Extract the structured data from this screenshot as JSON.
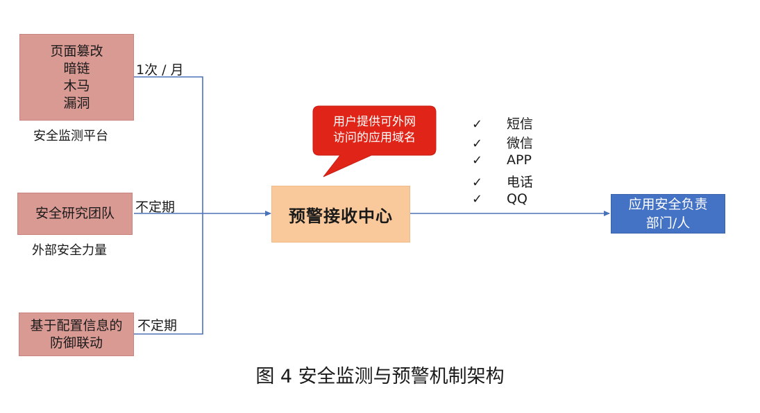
{
  "sources": [
    {
      "lines": [
        "页面篡改",
        "暗链",
        "木马",
        "漏洞"
      ],
      "caption": "安全监测平台",
      "frequency": "1次 / 月"
    },
    {
      "lines": [
        "安全研究团队"
      ],
      "caption": "外部安全力量",
      "frequency": "不定期"
    },
    {
      "lines": [
        "基于配置信息的",
        "防御联动"
      ],
      "caption": "",
      "frequency": "不定期"
    }
  ],
  "center": {
    "label": "预警接收中心"
  },
  "callout": {
    "lines": [
      "用户提供可外网",
      "访问的应用域名"
    ],
    "color": "#e02518"
  },
  "channels": {
    "check_glyph": "✓",
    "items": [
      "短信",
      "微信",
      "APP",
      "电话",
      "QQ"
    ]
  },
  "target": {
    "lines": [
      "应用安全负责",
      "部门/人"
    ]
  },
  "figure_title": "图 4  安全监测与预警机制架构",
  "colors": {
    "source_fill": "#d99a94",
    "center_fill": "#f9c99c",
    "target_fill": "#4472c4",
    "connector": "#4a72b8"
  }
}
